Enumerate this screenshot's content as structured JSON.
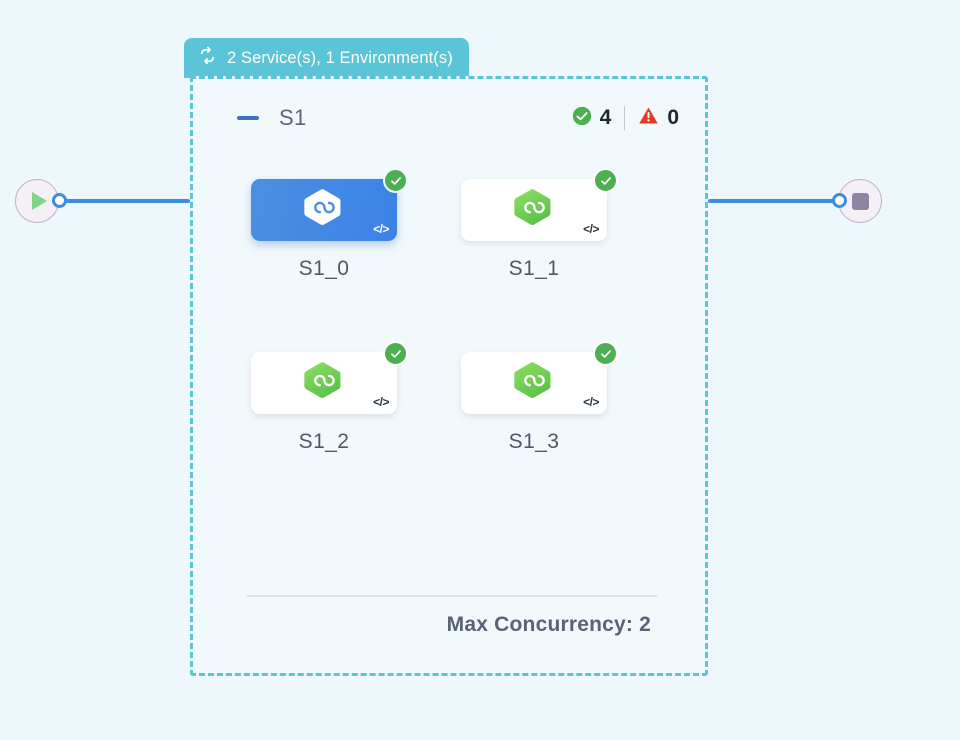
{
  "canvas": {
    "background_color": "#eef7fb"
  },
  "start_node": {
    "name": "start",
    "icon": "play-icon",
    "color": "#7fd48a"
  },
  "end_node": {
    "name": "stop",
    "icon": "stop-icon",
    "color": "#8d86a0"
  },
  "group": {
    "header_icon": "loop-arrows-icon",
    "header_label": "2 Service(s), 1 Environment(s)",
    "header_color": "#5bc4d6",
    "border_color": "#5bc4d6",
    "collapse_icon": "minus-icon",
    "title": "S1",
    "status": {
      "success_icon": "check-circle-icon",
      "success_count": "4",
      "success_color": "#4caf50",
      "warning_icon": "warning-triangle-icon",
      "warning_count": "0",
      "warning_color": "#e03a28"
    },
    "footer_label": "Max Concurrency: 2"
  },
  "nodes": [
    {
      "label": "S1_0",
      "selected": true,
      "logo_icon": "hexagon-infinity-icon",
      "status_icon": "check-circle-icon",
      "code_icon": "code-brackets-icon",
      "code_label": "</>"
    },
    {
      "label": "S1_1",
      "selected": false,
      "logo_icon": "hexagon-infinity-icon",
      "status_icon": "check-circle-icon",
      "code_icon": "code-brackets-icon",
      "code_label": "</>"
    },
    {
      "label": "S1_2",
      "selected": false,
      "logo_icon": "hexagon-infinity-icon",
      "status_icon": "check-circle-icon",
      "code_icon": "code-brackets-icon",
      "code_label": "</>"
    },
    {
      "label": "S1_3",
      "selected": false,
      "logo_icon": "hexagon-infinity-icon",
      "status_icon": "check-circle-icon",
      "code_icon": "code-brackets-icon",
      "code_label": "</>"
    }
  ]
}
